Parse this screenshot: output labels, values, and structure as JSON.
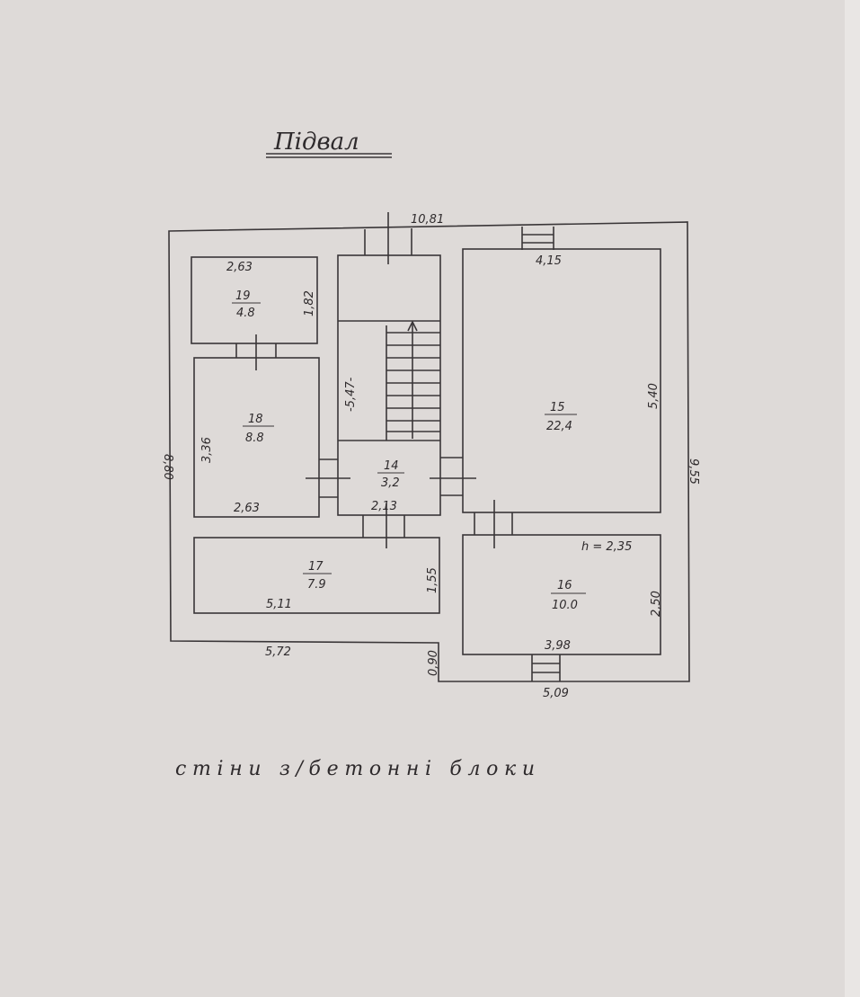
{
  "title": "Підвал",
  "note": "стіни з/бетонні блоки",
  "ceiling_height": "h = 2,35",
  "rooms": [
    {
      "number": "19",
      "area": "4.8"
    },
    {
      "number": "18",
      "area": "8.8"
    },
    {
      "number": "14",
      "area": "3,2"
    },
    {
      "number": "15",
      "area": "22,4"
    },
    {
      "number": "17",
      "area": "7.9"
    },
    {
      "number": "16",
      "area": "10.0"
    }
  ],
  "dimensions": {
    "top_total": "10,81",
    "left_total": "8,80",
    "right_total": "9,55",
    "bottom_left": "5,72",
    "bottom_right": "5,09",
    "step_offset": "0,90",
    "r19_width": "2,63",
    "r19_height": "1,82",
    "r18_width": "2,63",
    "r18_height": "3,36",
    "stair_length": "-5,47-",
    "r14_width": "2,13",
    "r15_width": "4,15",
    "r15_height": "5,40",
    "r17_width": "5,11",
    "r17_height": "1,55",
    "r16_width": "3,98",
    "r16_height": "2,50"
  }
}
